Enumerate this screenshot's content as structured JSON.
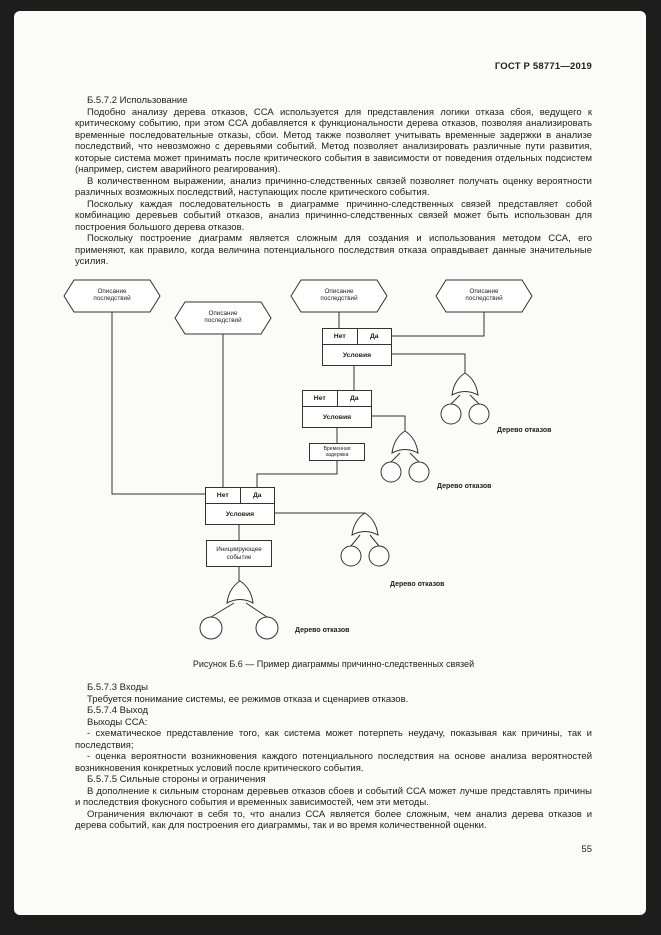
{
  "header": {
    "doc_number": "ГОСТ Р 58771—2019"
  },
  "body_top": {
    "h572": "Б.5.7.2 Использование",
    "p1": "Подобно анализу дерева отказов, ССА используется для представления логики отказа сбоя, ведущего к критическому событию, при этом ССА добавляется к функциональности дерева отказов, позволяя анализировать временные последовательные отказы, сбои. Метод также позволяет учитывать временные задержки в анализе последствий, что невозможно с деревьями событий. Метод позволяет анализировать различные пути развития, которые система может принимать после критического события в зависимости от поведения отдельных подсистем (например, систем аварийного реагирования).",
    "p2": "В количественном выражении, анализ причинно-следственных связей позволяет получать оценку вероятности различных возможных последствий, наступающих после критического события.",
    "p3": "Поскольку каждая последовательность в диаграмме причинно-следственных связей представляет собой комбинацию деревьев событий отказов, анализ причинно-следственных связей может быть использован для построения большого дерева отказов.",
    "p4": "Поскольку построение диаграмм является сложным для создания и использования методом ССА, его применяют, как правило, когда величина потенциального последствия отказа оправдывает данные значительные усилия."
  },
  "figure": {
    "caption": "Рисунок Б.6 — Пример диаграммы причинно-следственных связей",
    "consequence_label": "Описание последствий",
    "no_label": "Нет",
    "yes_label": "Да",
    "condition_label": "Условия",
    "time_delay_label": "Временная задержка",
    "initiating_event_label": "Инициирующее событие",
    "fault_tree_label": "Дерево отказов"
  },
  "body_bottom": {
    "h573": "Б.5.7.3 Входы",
    "p573": "Требуется понимание системы, ее режимов отказа и сценариев отказов.",
    "h574": "Б.5.7.4 Выход",
    "p574_intro": "Выходы ССА:",
    "b1": "- схематическое представление того, как система может потерпеть неудачу, показывая как причины, так и последствия;",
    "b2": "- оценка вероятности возникновения каждого потенциального последствия на основе анализа вероятностей возникновения конкретных условий после критического события.",
    "h575": "Б.5.7.5 Сильные стороны и ограничения",
    "p575a": "В дополнение к сильным сторонам деревьев отказов сбоев и событий ССА может лучше представлять причины и последствия фокусного события и временных зависимостей, чем эти методы.",
    "p575b": "Ограничения включают в себя то, что анализ ССА является более сложным, чем анализ дерева отказов и дерева событий, как для построения его диаграммы, так и во время количественной оценки."
  },
  "footer": {
    "page_number": "55"
  }
}
